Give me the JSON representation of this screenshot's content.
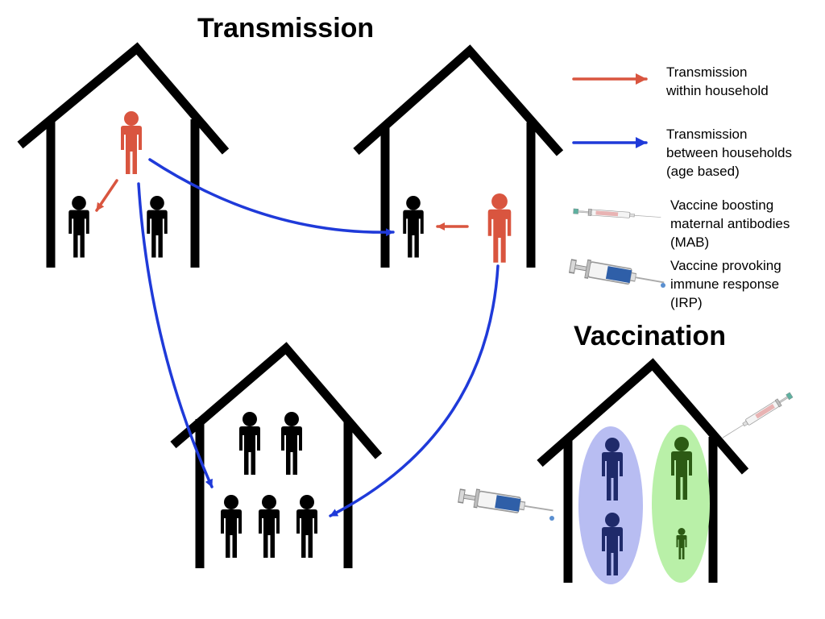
{
  "headings": {
    "transmission": "Transmission",
    "vaccination": "Vaccination"
  },
  "legend": {
    "within": [
      "Transmission",
      "within household"
    ],
    "between": [
      "Transmission",
      "between households",
      "(age based)"
    ],
    "mab": [
      "Vaccine boosting",
      "maternal antibodies",
      "(MAB)"
    ],
    "irp": [
      "Vaccine provoking",
      "immune response",
      "(IRP)"
    ]
  },
  "colors": {
    "within_household": "#d9553f",
    "between_households": "#1f3ad9",
    "person_default": "#000000",
    "person_infected": "#d9553f",
    "group_mab": "#b8bdf2",
    "group_irp": "#b9f0a8",
    "person_mab": "#1f2a6a",
    "person_irp": "#2c5a14",
    "syringe_mab_liquid": "#e8b3b3",
    "syringe_irp_liquid": "#2f5fa8"
  },
  "icons": {
    "house": "house-outline-icon",
    "person": "person-icon",
    "arrow": "arrow-icon",
    "syringe": "syringe-icon"
  }
}
